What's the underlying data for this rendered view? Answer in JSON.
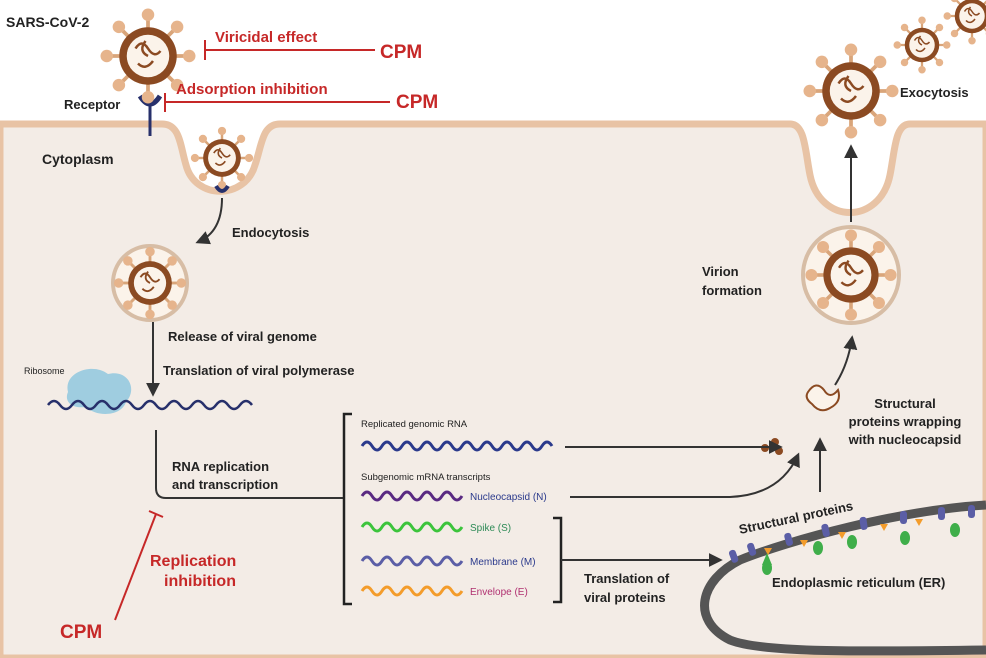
{
  "colors": {
    "cell": "#f3ece6",
    "membrane": "#e8c3a5",
    "inhibit": "#c62828",
    "virus": "#8b4a22",
    "arrow": "#333333"
  },
  "labels": {
    "virus": "SARS-CoV-2",
    "receptor": "Receptor",
    "cytoplasm": "Cytoplasm",
    "endocytosis": "Endocytosis",
    "release": "Release of viral genome",
    "translation_pol": "Translation of viral polymerase",
    "ribosome": "Ribosome",
    "rna_rep_1": "RNA replication",
    "rna_rep_2": "and transcription",
    "exocytosis": "Exocytosis",
    "virion_1": "Virion",
    "virion_2": "formation",
    "wrap_1": "Structural",
    "wrap_2": "proteins wrapping",
    "wrap_3": "with nucleocapsid",
    "struct_proteins": "Structural proteins",
    "er": "Endoplasmic reticulum (ER)",
    "trans_viral_1": "Translation of",
    "trans_viral_2": "viral proteins"
  },
  "inhibitors": {
    "viricidal": "Viricidal effect",
    "adsorption": "Adsorption inhibition",
    "replication_1": "Replication",
    "replication_2": "inhibition",
    "drug": "CPM"
  },
  "rna": {
    "genomic_title": "Replicated genomic RNA",
    "subgenomic_title": "Subgenomic mRNA transcripts",
    "transcripts": [
      {
        "name": "Nucleocapsid (N)",
        "color": "#5a2a82",
        "text_color": "#2b3a8c"
      },
      {
        "name": "Spike (S)",
        "color": "#3cc43c",
        "text_color": "#2e8b57"
      },
      {
        "name": "Membrane (M)",
        "color": "#5b5ea6",
        "text_color": "#2b3a8c"
      },
      {
        "name": "Envelope (E)",
        "color": "#f39c2b",
        "text_color": "#b03070"
      }
    ]
  }
}
